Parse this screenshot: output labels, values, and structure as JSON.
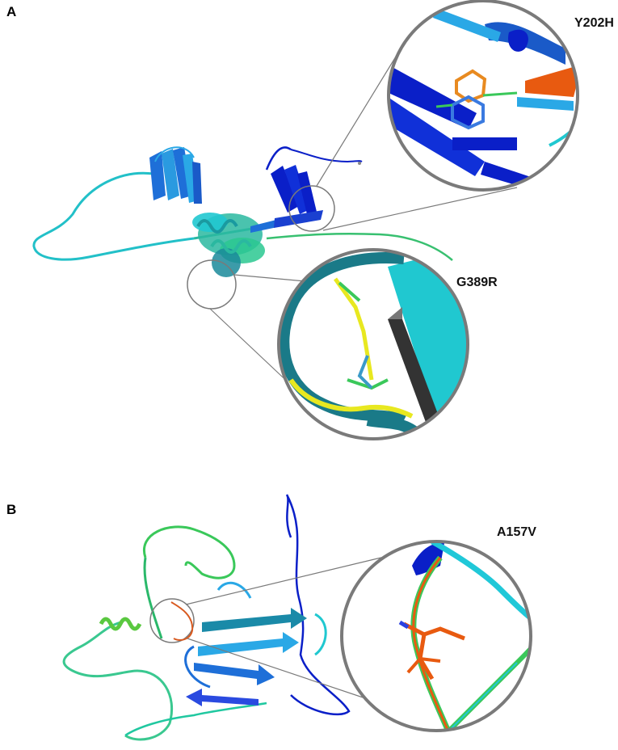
{
  "panels": [
    {
      "letter": "A",
      "mutations": [
        {
          "label": "Y202H"
        },
        {
          "label": "G389R"
        }
      ]
    },
    {
      "letter": "B",
      "mutations": [
        {
          "label": "A157V"
        }
      ]
    }
  ],
  "colors": {
    "dark_blue": "#0a1fc8",
    "mid_blue": "#1e6fd8",
    "light_blue": "#2aa8e6",
    "cyan": "#20c8d0",
    "teal": "#1a8a9a",
    "green": "#3ac85a",
    "yellow": "#e8e820",
    "orange": "#e85a10",
    "zoom_border": "#7a7a7a"
  }
}
